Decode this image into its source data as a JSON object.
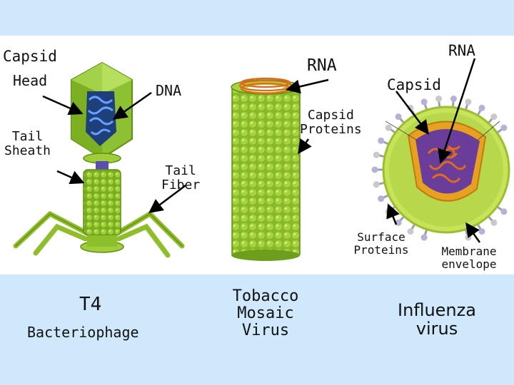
{
  "t4": {
    "capsid": "Capsid",
    "head": "Head",
    "dna": "DNA",
    "tail_sheath": "Tail\nSheath",
    "tail_fiber": "Tail\nFiber",
    "name": "T4",
    "name_sub": "Bacteriophage"
  },
  "tmv": {
    "rna": "RNA",
    "capsid_proteins": "Capsid\nProteins",
    "name": "Tobacco\nMosaic\nVirus"
  },
  "influenza": {
    "rna": "RNA",
    "capsid": "Capsid",
    "surface_proteins": "Surface\nProteins",
    "membrane_envelope": "Membrane\nenvelope",
    "name": "Influenza\nvirus"
  },
  "colors": {
    "background_band": "#cfe8fb",
    "panel": "#ffffff",
    "virus_green": "#8dbf2a",
    "virus_dark_green": "#5f8f12",
    "capsid_purple": "#6a3d9a",
    "rna_orange": "#e06a1b",
    "dna_blue": "#4a7fd6"
  }
}
